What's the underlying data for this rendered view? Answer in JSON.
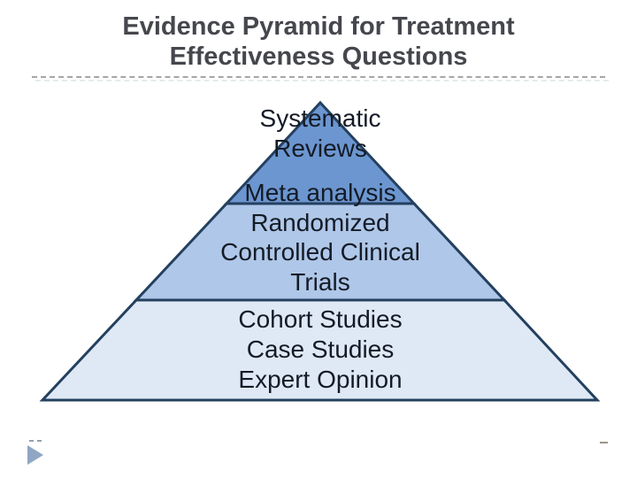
{
  "title": {
    "line1": "Evidence Pyramid for Treatment",
    "line2": "Effectiveness Questions"
  },
  "pyramid": {
    "tier_top": {
      "lines": [
        "Systematic",
        "Reviews"
      ]
    },
    "tier_middle": {
      "lines": [
        "Meta analysis",
        "Randomized",
        "Controlled Clinical",
        "Trials"
      ]
    },
    "tier_bottom": {
      "lines": [
        "Cohort Studies",
        "Case Studies",
        "Expert Opinion"
      ]
    }
  },
  "colors": {
    "background": "#ffffff",
    "title_text": "#45474d",
    "divider": "#a6a6a6",
    "tier_top_fill": "#6c96d0",
    "tier_middle_fill": "#afc7e8",
    "tier_bottom_fill": "#dfe9f6",
    "pyramid_border": "#24405f",
    "label_text": "#141b26",
    "nav_triangle": "#8fa6c5"
  }
}
